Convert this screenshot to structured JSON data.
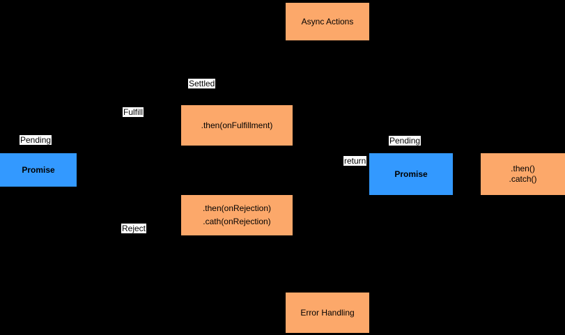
{
  "diagram": {
    "background_color": "#000000",
    "colors": {
      "node_orange": "#FCA86A",
      "node_blue": "#3399FF",
      "label_background": "#FFFFFF",
      "text": "#000000"
    },
    "nodes": {
      "async_actions": {
        "label": "Async Actions"
      },
      "then_onfulfillment": {
        "label": ".then(onFulfillment)"
      },
      "promise_left": {
        "label": "Promise"
      },
      "promise_right": {
        "label": "Promise"
      },
      "then_catch": {
        "line1": ".then()",
        "line2": ".catch()"
      },
      "then_onrejection": {
        "line1": ".then(onRejection)",
        "line2": ".cath(onRejection)"
      },
      "error_handling": {
        "label": "Error Handling"
      }
    },
    "labels": {
      "settled": "Settled",
      "fulfill": "Fulfill",
      "pending_left": "Pending",
      "pending_right": "Pending",
      "return": "return",
      "reject": "Reject"
    }
  }
}
